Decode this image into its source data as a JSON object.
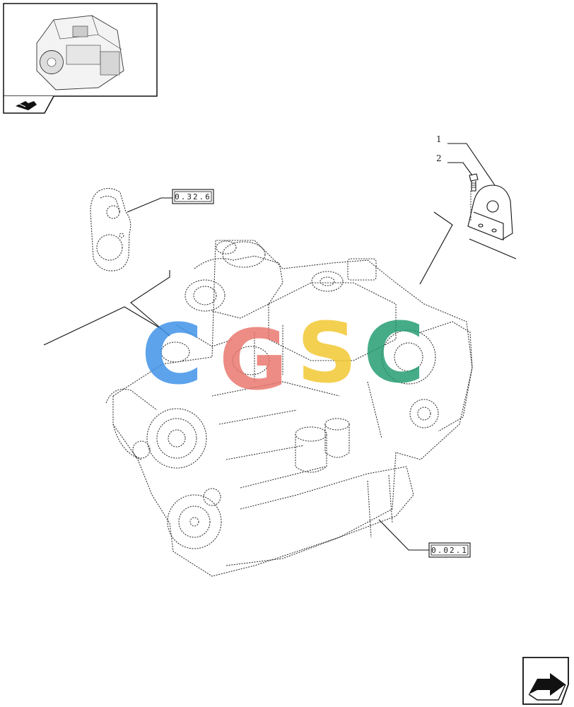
{
  "thumbnail": {
    "icon": "engine-thumbnail-icon",
    "nav_icon": "book-arrow-icon"
  },
  "callouts": [
    {
      "id": "1",
      "text": "1"
    },
    {
      "id": "2",
      "text": "2"
    }
  ],
  "references": [
    {
      "id": "ref-top",
      "text": "0.32.6"
    },
    {
      "id": "ref-bottom",
      "text": "0.02.1"
    }
  ],
  "watermark": {
    "letters": [
      "C",
      "G",
      "S",
      "C"
    ],
    "colors": [
      "#3a8fe8",
      "#e8746a",
      "#f2c62c",
      "#1e9a6e"
    ]
  },
  "nav_next_icon": "next-page-arrow-icon"
}
